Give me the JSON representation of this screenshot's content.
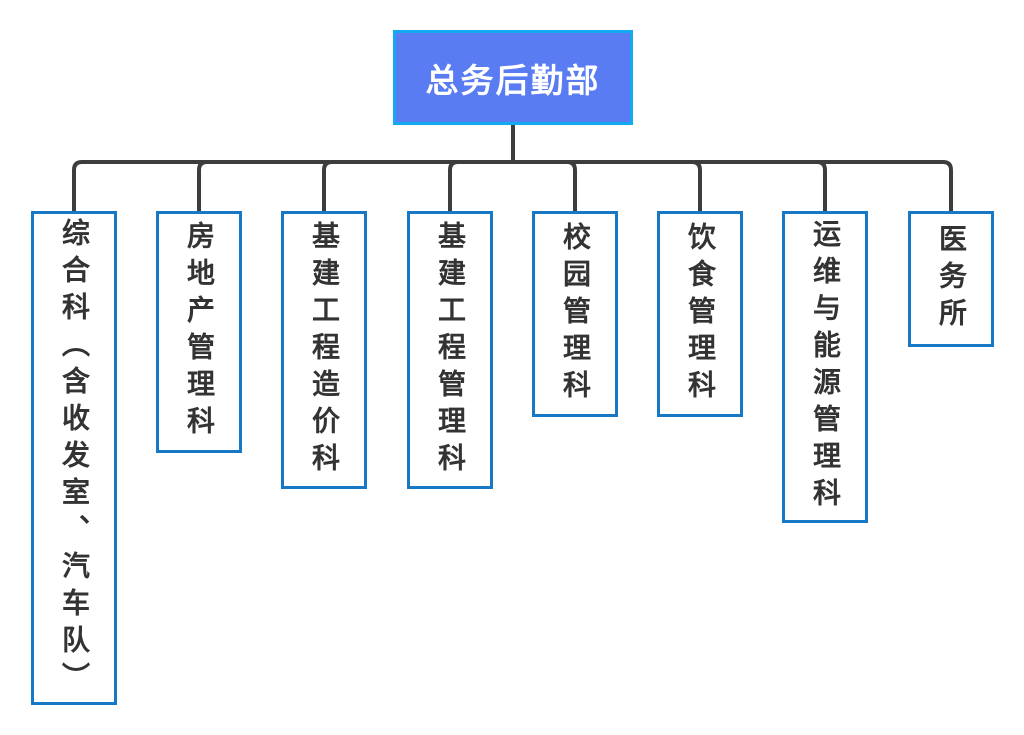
{
  "diagram": {
    "type": "org-chart",
    "root": {
      "label": "总务后勤部"
    },
    "children": [
      {
        "label": "综合科（含收发室、汽车队）"
      },
      {
        "label": "房地产管理科"
      },
      {
        "label": "基建工程造价科"
      },
      {
        "label": "基建工程管理科"
      },
      {
        "label": "校园管理科"
      },
      {
        "label": "饮食管理科"
      },
      {
        "label": "运维与能源管理科"
      },
      {
        "label": "医务所"
      }
    ],
    "colors": {
      "root_fill": "#5a7cf2",
      "root_border": "#14aaf2",
      "root_text": "#ffffff",
      "child_fill": "#ffffff",
      "child_border": "#1778c5",
      "child_text": "#333333",
      "connector": "#3d3d3d",
      "background": "#ffffff"
    }
  }
}
